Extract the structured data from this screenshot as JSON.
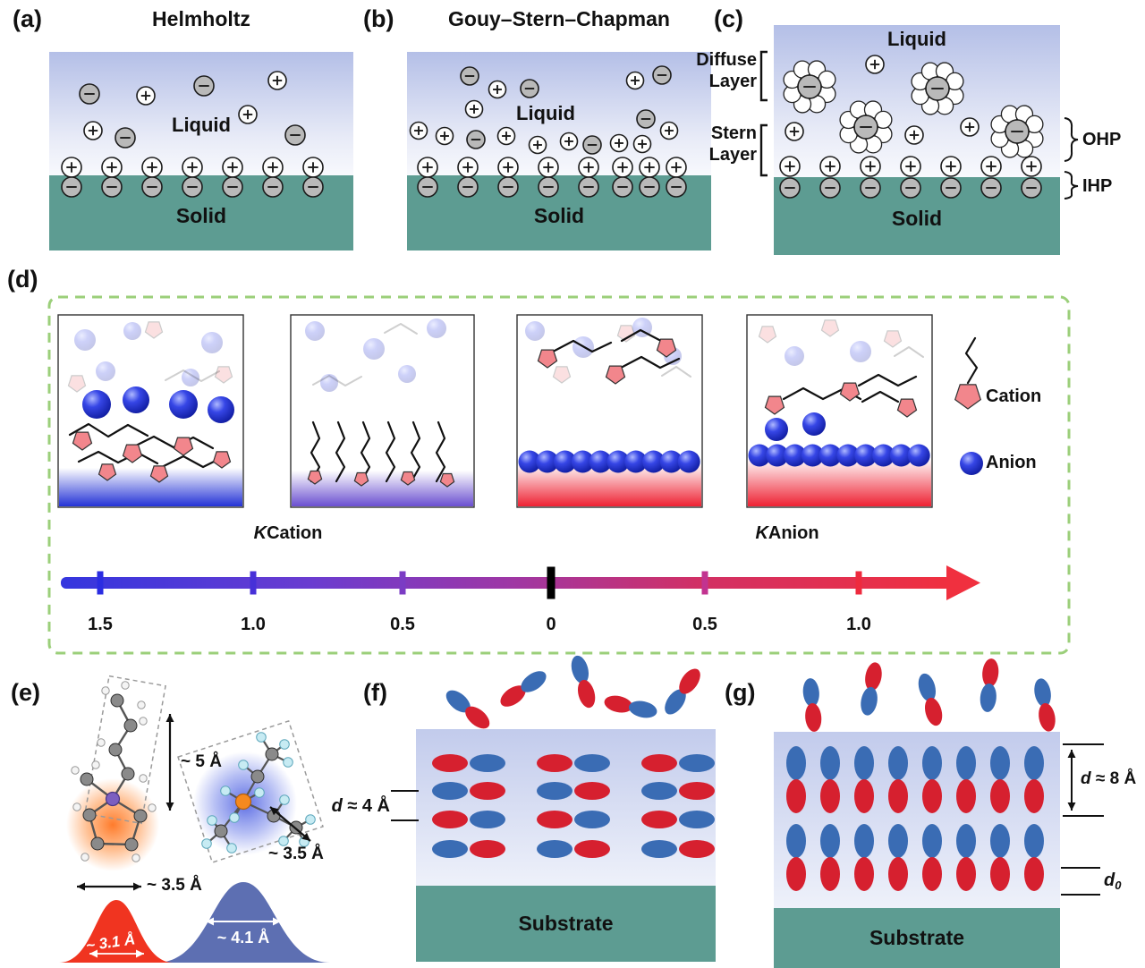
{
  "figure": {
    "panel_a": {
      "tag": "(a)",
      "title": "Helmholtz",
      "liquid": "Liquid",
      "solid": "Solid"
    },
    "panel_b": {
      "tag": "(b)",
      "title": "Gouy–Stern–Chapman",
      "liquid": "Liquid",
      "solid": "Solid"
    },
    "panel_c": {
      "tag": "(c)",
      "liquid": "Liquid",
      "solid": "Solid",
      "diffuse_line1": "Diffuse",
      "diffuse_line2": "Layer",
      "stern_line1": "Stern",
      "stern_line2": "Layer",
      "ohp": "OHP",
      "ihp": "IHP"
    },
    "panel_d": {
      "tag": "(d)",
      "legend": {
        "cation": "Cation",
        "anion": "Anion"
      },
      "axis": {
        "left_k": "K",
        "left_rest": "Cation",
        "right_k": "K",
        "right_rest": "Anion",
        "ticks": [
          "1.5",
          "1.0",
          "0.5",
          "0",
          "0.5",
          "1.0"
        ]
      }
    },
    "panel_e": {
      "tag": "(e)",
      "len_chain": "~ 5 Å",
      "len_anion": "~ 3.5 Å",
      "len_cation_ring": "~ 3.5 Å",
      "peak_red": "~ 3.1 Å",
      "peak_blue": "~ 4.1 Å"
    },
    "panel_f": {
      "tag": "(f)",
      "d_italic": "d",
      "d_rest": " ≈ 4 Å",
      "substrate": "Substrate"
    },
    "panel_g": {
      "tag": "(g)",
      "d_italic": "d",
      "d_rest": " ≈ 8 Å",
      "d0_italic": "d",
      "d0_sub": "0",
      "substrate": "Substrate"
    },
    "colors": {
      "solid_teal": "#5d9c92",
      "ellipse_red": "#d6202f",
      "ellipse_blue": "#3a6cb4",
      "cation_pink": "#f2868c",
      "axis_blue": "#3436de",
      "axis_red": "#f0303f",
      "dashed_border_green": "#9bcf7a"
    }
  }
}
